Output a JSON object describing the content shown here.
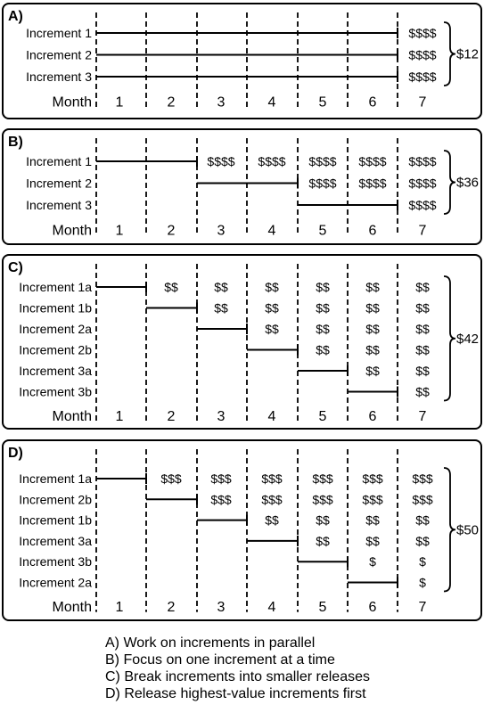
{
  "months": {
    "label": "Month",
    "values": [
      "1",
      "2",
      "3",
      "4",
      "5",
      "6",
      "7"
    ]
  },
  "panels": [
    {
      "title": "A)",
      "total": "$12",
      "rows": [
        {
          "label": "Increment 1",
          "bar": [
            1,
            7
          ],
          "values": [
            "",
            "",
            "",
            "",
            "",
            "",
            "$$$$"
          ]
        },
        {
          "label": "Increment 2",
          "bar": [
            1,
            7
          ],
          "values": [
            "",
            "",
            "",
            "",
            "",
            "",
            "$$$$"
          ]
        },
        {
          "label": "Increment 3",
          "bar": [
            1,
            7
          ],
          "values": [
            "",
            "",
            "",
            "",
            "",
            "",
            "$$$$"
          ]
        }
      ]
    },
    {
      "title": "B)",
      "total": "$36",
      "rows": [
        {
          "label": "Increment 1",
          "bar": [
            1,
            3
          ],
          "values": [
            "",
            "",
            "$$$$",
            "$$$$",
            "$$$$",
            "$$$$",
            "$$$$"
          ]
        },
        {
          "label": "Increment 2",
          "bar": [
            3,
            5
          ],
          "values": [
            "",
            "",
            "",
            "",
            "$$$$",
            "$$$$",
            "$$$$"
          ]
        },
        {
          "label": "Increment 3",
          "bar": [
            5,
            7
          ],
          "values": [
            "",
            "",
            "",
            "",
            "",
            "",
            "$$$$"
          ]
        }
      ]
    },
    {
      "title": "C)",
      "total": "$42",
      "rows": [
        {
          "label": "Increment 1a",
          "bar": [
            1,
            2
          ],
          "values": [
            "",
            "$$",
            "$$",
            "$$",
            "$$",
            "$$",
            "$$"
          ]
        },
        {
          "label": "Increment 1b",
          "bar": [
            2,
            3
          ],
          "values": [
            "",
            "",
            "$$",
            "$$",
            "$$",
            "$$",
            "$$"
          ]
        },
        {
          "label": "Increment 2a",
          "bar": [
            3,
            4
          ],
          "values": [
            "",
            "",
            "",
            "$$",
            "$$",
            "$$",
            "$$"
          ]
        },
        {
          "label": "Increment 2b",
          "bar": [
            4,
            5
          ],
          "values": [
            "",
            "",
            "",
            "",
            "$$",
            "$$",
            "$$"
          ]
        },
        {
          "label": "Increment 3a",
          "bar": [
            5,
            6
          ],
          "values": [
            "",
            "",
            "",
            "",
            "",
            "$$",
            "$$"
          ]
        },
        {
          "label": "Increment 3b",
          "bar": [
            6,
            7
          ],
          "values": [
            "",
            "",
            "",
            "",
            "",
            "",
            "$$"
          ]
        }
      ]
    },
    {
      "title": "D)",
      "total": "$50",
      "rows": [
        {
          "label": "Increment 1a",
          "bar": [
            1,
            2
          ],
          "values": [
            "",
            "$$$",
            "$$$",
            "$$$",
            "$$$",
            "$$$",
            "$$$"
          ]
        },
        {
          "label": "Increment 2b",
          "bar": [
            2,
            3
          ],
          "values": [
            "",
            "",
            "$$$",
            "$$$",
            "$$$",
            "$$$",
            "$$$"
          ]
        },
        {
          "label": "Increment 1b",
          "bar": [
            3,
            4
          ],
          "values": [
            "",
            "",
            "",
            "$$",
            "$$",
            "$$",
            "$$"
          ]
        },
        {
          "label": "Increment 3a",
          "bar": [
            4,
            5
          ],
          "values": [
            "",
            "",
            "",
            "",
            "$$",
            "$$",
            "$$"
          ]
        },
        {
          "label": "Increment 3b",
          "bar": [
            5,
            6
          ],
          "values": [
            "",
            "",
            "",
            "",
            "",
            "$",
            "$"
          ]
        },
        {
          "label": "Increment 2a",
          "bar": [
            6,
            7
          ],
          "values": [
            "",
            "",
            "",
            "",
            "",
            "",
            "$"
          ]
        }
      ]
    }
  ],
  "legend": [
    "A) Work on increments in parallel",
    "B) Focus on one increment at a time",
    "C) Break increments into smaller releases",
    "D) Release highest-value increments first"
  ]
}
